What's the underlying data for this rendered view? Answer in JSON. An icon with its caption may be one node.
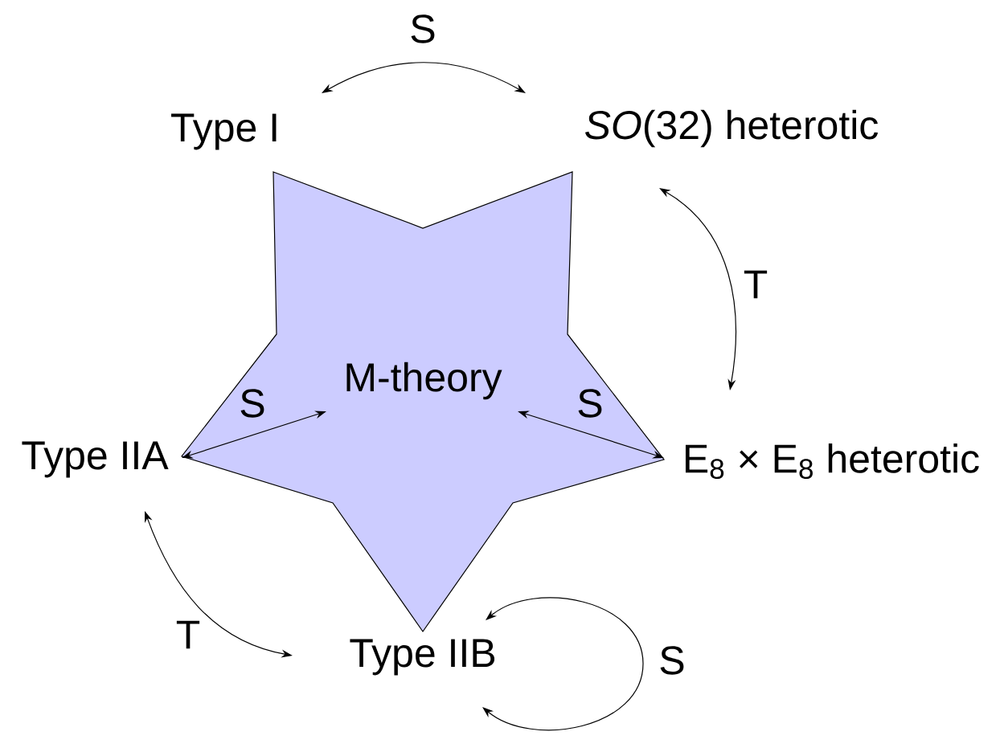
{
  "diagram": {
    "nodes": [
      {
        "text": [],
        "shape": "star"
      },
      {
        "text": [
          "Type I"
        ]
      },
      {
        "text": [
          "*SO*(32) heterotic"
        ]
      },
      {
        "text": [
          "M-theory"
        ],
        "in": 0
      },
      {
        "text": [
          "Type IIA"
        ]
      },
      {
        "text": [
          "E$_{8}$ × E$_{8}$ heterotic"
        ]
      },
      {
        "text": [
          "Type IIB"
        ]
      }
    ],
    "edges": [
      {
        "from": 1,
        "to": 2,
        "arrow": "both",
        "label": "S"
      },
      {
        "from": 2,
        "to": 5,
        "arrow": "both",
        "label": "T"
      },
      {
        "from": 4,
        "to": 3,
        "arrow": "both",
        "label": "S"
      },
      {
        "from": 5,
        "to": 3,
        "arrow": "both",
        "label": "S"
      },
      {
        "from": 4,
        "to": 6,
        "arrow": "both",
        "label": "T"
      },
      {
        "from": 6,
        "to": 6,
        "arrow": "both",
        "label": "S"
      }
    ]
  }
}
